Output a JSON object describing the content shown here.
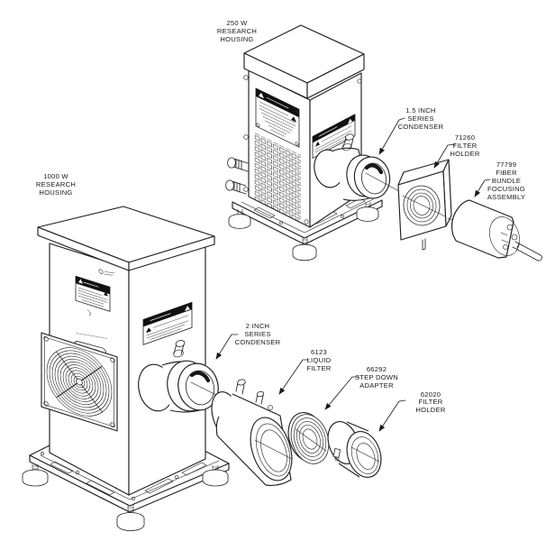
{
  "diagram": {
    "title_implicit": "Research lamp housings with exploded accessory components",
    "background_color": "#ffffff",
    "line_color": "#202020",
    "labels": {
      "housing_250": {
        "part": "250 W research housing",
        "lines": [
          "250 W",
          "RESEARCH",
          "HOUSING"
        ]
      },
      "housing_1000": {
        "part": "1000 W research housing",
        "lines": [
          "1000 W",
          "RESEARCH",
          "HOUSING"
        ]
      },
      "condenser_15": {
        "part": "1.5 inch series condenser",
        "lines": [
          "1.5 INCH",
          "SERIES",
          "CONDENSER"
        ]
      },
      "filter_holder_71260": {
        "part": "71260 filter holder",
        "lines": [
          "71260",
          "FILTER",
          "HOLDER"
        ]
      },
      "fiber_assembly_77799": {
        "part": "77799 fiber bundle focusing assembly",
        "lines": [
          "77799",
          "FIBER",
          "BUNDLE",
          "FOCUSING",
          "ASSEMBLY"
        ]
      },
      "condenser_2": {
        "part": "2 inch series condenser",
        "lines": [
          "2 INCH",
          "SERIES",
          "CONDENSER"
        ]
      },
      "liquid_filter_6123": {
        "part": "6123 liquid filter",
        "lines": [
          "6123",
          "LIQUID",
          "FILTER"
        ]
      },
      "step_down_adapter_66292": {
        "part": "66292 step down adapter",
        "lines": [
          "66292",
          "STEP DOWN",
          "ADAPTER"
        ]
      },
      "filter_holder_62020": {
        "part": "62020 filter holder",
        "lines": [
          "62020",
          "FILTER",
          "HOLDER"
        ]
      }
    }
  }
}
